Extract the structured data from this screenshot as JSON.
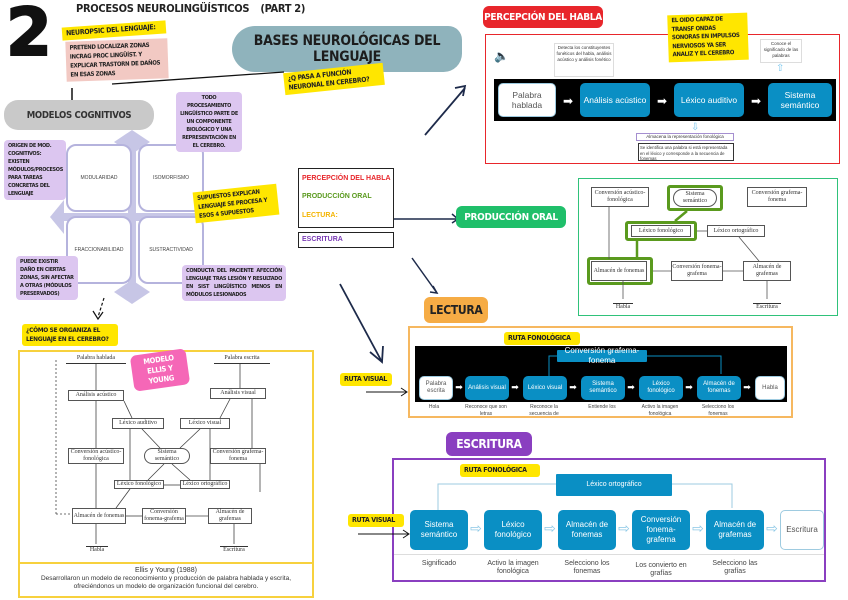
{
  "header": {
    "number": "2",
    "title": "PROCESOS NEUROLINGÜÍSTICOS",
    "part": "(PART 2)"
  },
  "center_title": "BASES NEUROLÓGICAS DEL LENGUAJE",
  "question_function": "¿Q PASA A FUNCIÓN NEURONAL EN CEREBRO?",
  "neuropsic": {
    "label": "NEUROPSIC DEL LENGUAJE:",
    "text": "PRETEND LOCALIZAR ZONAS INCRAG PROC LINGÜÍST. Y EXPLICAR TRASTORN DE DAÑOS EN ESAS ZONAS"
  },
  "modelos": {
    "title": "MODELOS COGNITIVOS",
    "origen": "ORIGEN DE MOD. COGNITIVOS: EXISTEN MÓDULOS/PROCESOS PARA TAREAS CONCRETAS DEL LENGUAJE",
    "todo": "TODO PROCESAMIENTO LINGÜÍSTICO PARTE DE UN COMPONENTE BIOLÓGICO Y UNA REPRESENTACIÓN EN EL CEREBRO.",
    "supuestos": "SUPUESTOS EXPLICAN LENGUAJE SE PROCESA Y ESOS 4 SUPUESTOS",
    "dano": "PUEDE EXISTIR DAÑO EN CIERTAS ZONAS, SIN AFECTAR A OTRAS (MÓDULOS PRESERVADOS)",
    "conducta": "CONDUCTA DEL PACIENTE AFECCIÓN LENGUAJE TRAS LESIÓN Y RESULTADO EN SIST LINGÜÍSTICO MENOS EN MÓDULOS LESIONADOS",
    "quadrants": [
      "MODULARIDAD",
      "ISOMORFISMO",
      "FRACCIONABILIDAD",
      "SUSTRACTIVIDAD"
    ]
  },
  "como_se_organiza": "¿CÓMO SE ORGANIZA EL LENGUAJE EN EL CEREBRO?",
  "ellis_young": {
    "tag": "MODELO ELLIS Y YOUNG",
    "boxes": {
      "palabra_hablada": "Palabra hablada",
      "palabra_escrita": "Palabra escrita",
      "analisis_acustico": "Análisis acústico",
      "analisis_visual": "Análisis visual",
      "lexico_auditivo": "Léxico auditivo",
      "lexico_visual": "Léxico visual",
      "conversion_af": "Conversión acústico-fonológica",
      "sistema_semantico": "Sistema semántico",
      "conversion_gf": "Conversión grafema-fonema",
      "lexico_fonologico": "Léxico fonológico",
      "lexico_ortografico": "Léxico ortográfico",
      "almacen_fonemas": "Almacén de fonemas",
      "conversion_fg": "Conversión fonema-grafema",
      "almacen_grafemas": "Almacén de grafemas",
      "habla": "Habla",
      "escritura": "Escritura"
    },
    "caption_title": "Ellis y Young (1988)",
    "caption_text": "Desarrollaron un modelo de reconocimiento y producción de palabra hablada y escrita, ofreciéndonos un modelo de organización funcional del cerebro."
  },
  "legend": {
    "items": [
      {
        "label": "PERCEPCIÓN DEL HABLA",
        "color": "#e8262b"
      },
      {
        "label": "PRODUCCIÓN ORAL",
        "color": "#5a9a1e"
      },
      {
        "label": "LECTURA:",
        "color": "#f4b400"
      },
      {
        "label": "ESCRITURA",
        "color": "#7a3bb5"
      }
    ]
  },
  "percepcion": {
    "tag": "PERCEPCIÓN DEL HABLA",
    "tag_color": "#e8262b",
    "note": "EL OIDO CAPAZ DE TRANSF ONDAS SONORAS EN IMPULSOS NERVIOSOS YA SER ANALIZ Y EL CEREBRO",
    "flow": [
      "Palabra hablada",
      "Análisis acústico",
      "Léxico auditivo",
      "Sistema semántico"
    ],
    "callout_left": "Detecta los constituyentes fonéticos del habla, análisis acústico y análisis fonético",
    "callout_right": "Conoce el significado de las palabras",
    "callout_bottom_1": "Almacena la representación fonológica",
    "callout_bottom_2": "Se identifica una palabra si está representada en el léxico y corresponde a la secuencia de fonemas"
  },
  "produccion": {
    "tag": "PRODUCCIÓN ORAL",
    "tag_color": "#1fbf6a",
    "boxes": {
      "conversion_af": "Conversión acústico-fonológica",
      "sistema_semantico": "Sistema semántico",
      "conversion_gf": "Conversión grafema-fonema",
      "lexico_fonologico": "Léxico fonológico",
      "lexico_ortografico": "Léxico ortográfico",
      "almacen_fonemas": "Almacén de fonemas",
      "conversion_fg": "Conversión fonema-grafema",
      "almacen_grafemas": "Almacén de grafemas",
      "habla": "Habla",
      "escritura": "Escritura"
    }
  },
  "lectura": {
    "tag": "LECTURA",
    "tag_color": "#f6ac45",
    "ruta_fonologica": "RUTA FONOLÓGICA",
    "ruta_visual": "RUTA VISUAL",
    "top_box": "Conversión grafema-fonema",
    "flow": [
      "Palabra escrita",
      "Análisis visual",
      "Léxico visual",
      "Sistema semántico",
      "Léxico fonológico",
      "Almacén de fonemas",
      "Habla"
    ],
    "captions": [
      "Hola",
      "Reconoce que son letras",
      "Reconoce la secuencia de",
      "Entiende los",
      "Activo la imagen fonológica",
      "Selecciono los fonemas",
      ""
    ]
  },
  "escritura": {
    "tag": "ESCRITURA",
    "tag_color": "#8a3fc0",
    "ruta_fonologica": "RUTA FONOLÓGICA",
    "ruta_visual": "RUTA VISUAL",
    "top_box": "Léxico ortográfico",
    "flow": [
      "Sistema semántico",
      "Léxico fonológico",
      "Almacén de fonemas",
      "Conversión fonema-grafema",
      "Almacén de grafemas",
      "Escritura"
    ],
    "captions": [
      "Significado",
      "Activo la imagen fonológica",
      "Selecciono los fonemas",
      "Los convierto en grafías",
      "Selecciono las grafías"
    ]
  }
}
